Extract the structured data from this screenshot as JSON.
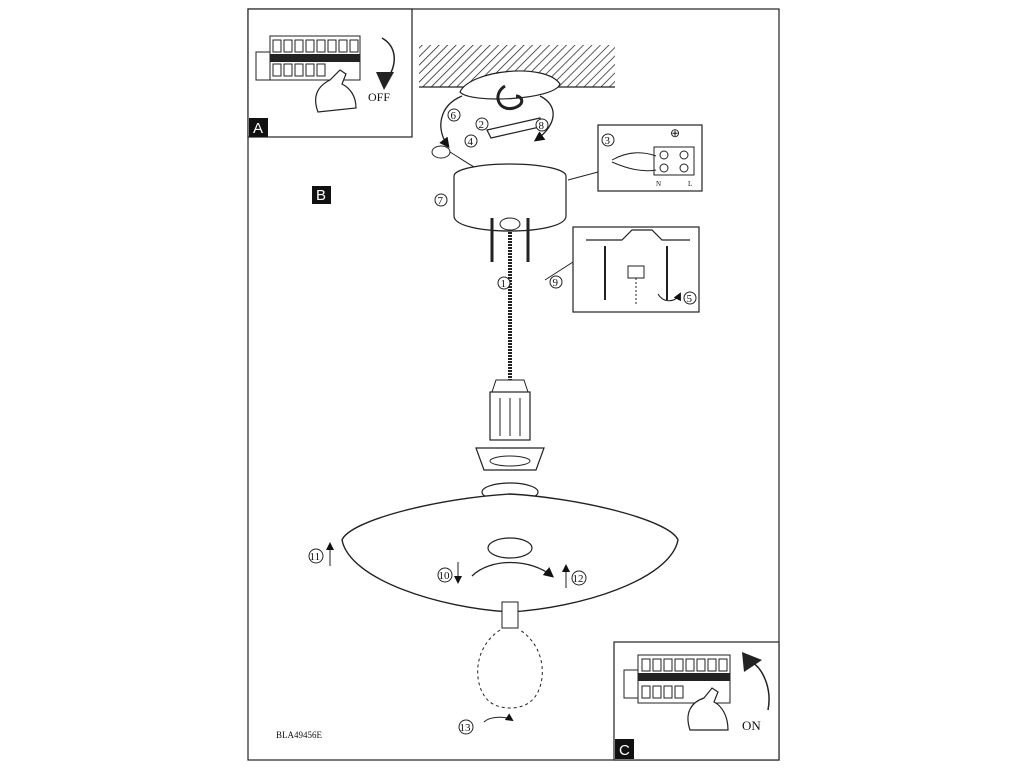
{
  "panels": {
    "A": {
      "letter": "A",
      "caption": "OFF"
    },
    "B": {
      "letter": "B"
    },
    "C": {
      "letter": "C",
      "caption": "ON"
    }
  },
  "steps": [
    "1",
    "2",
    "3",
    "4",
    "5",
    "6",
    "7",
    "8",
    "9",
    "10",
    "11",
    "12",
    "13"
  ],
  "wiring_symbols": {
    "earth": "⊕",
    "neutral": "N",
    "live": "L"
  },
  "document_code": "BLA49456E"
}
